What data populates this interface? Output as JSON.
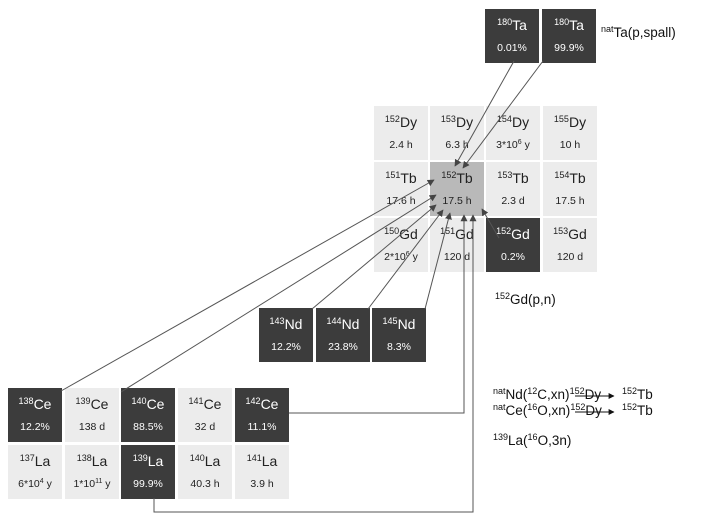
{
  "nuclides": [
    {
      "id": "ta180a",
      "mass": "180",
      "el": "Ta",
      "v1": "0.01%",
      "kind": "stable"
    },
    {
      "id": "ta180b",
      "mass": "180",
      "el": "Ta",
      "v1": "99.9%",
      "kind": "stable"
    },
    {
      "id": "dy152",
      "mass": "152",
      "el": "Dy",
      "v1": "2.4 h",
      "kind": "radio"
    },
    {
      "id": "dy153",
      "mass": "153",
      "el": "Dy",
      "v1": "6.3 h",
      "kind": "radio"
    },
    {
      "id": "dy154",
      "mass": "154",
      "el": "Dy",
      "v1": "3*10",
      "sup": "6",
      "v2": " y",
      "kind": "radio"
    },
    {
      "id": "dy155",
      "mass": "155",
      "el": "Dy",
      "v1": "10 h",
      "kind": "radio"
    },
    {
      "id": "tb151",
      "mass": "151",
      "el": "Tb",
      "v1": "17.6  h",
      "kind": "radio"
    },
    {
      "id": "tb152",
      "mass": "152",
      "el": "Tb",
      "v1": "17.5  h",
      "kind": "target"
    },
    {
      "id": "tb153",
      "mass": "153",
      "el": "Tb",
      "v1": "2.3  d",
      "kind": "radio"
    },
    {
      "id": "tb154",
      "mass": "154",
      "el": "Tb",
      "v1": "17.5 h",
      "kind": "radio"
    },
    {
      "id": "gd150",
      "mass": "150",
      "el": "Gd",
      "v1": "2*10",
      "sup": "6",
      "v2": " y",
      "kind": "radio"
    },
    {
      "id": "gd151",
      "mass": "151",
      "el": "Gd",
      "v1": "120 d",
      "kind": "radio"
    },
    {
      "id": "gd152",
      "mass": "152",
      "el": "Gd",
      "v1": "0.2%",
      "kind": "stable"
    },
    {
      "id": "gd153",
      "mass": "153",
      "el": "Gd",
      "v1": "120 d",
      "kind": "radio"
    },
    {
      "id": "nd143",
      "mass": "143",
      "el": "Nd",
      "v1": "12.2%",
      "kind": "stable"
    },
    {
      "id": "nd144",
      "mass": "144",
      "el": "Nd",
      "v1": "23.8%",
      "kind": "stable"
    },
    {
      "id": "nd145",
      "mass": "145",
      "el": "Nd",
      "v1": "8.3%",
      "kind": "stable"
    },
    {
      "id": "ce138",
      "mass": "138",
      "el": "Ce",
      "v1": "12.2%",
      "kind": "stable"
    },
    {
      "id": "ce139",
      "mass": "139",
      "el": "Ce",
      "v1": "138 d",
      "kind": "radio"
    },
    {
      "id": "ce140",
      "mass": "140",
      "el": "Ce",
      "v1": "88.5%",
      "kind": "stable"
    },
    {
      "id": "ce141",
      "mass": "141",
      "el": "Ce",
      "v1": "32 d",
      "kind": "radio"
    },
    {
      "id": "ce142",
      "mass": "142",
      "el": "Ce",
      "v1": "11.1%",
      "kind": "stable"
    },
    {
      "id": "la137",
      "mass": "137",
      "el": "La",
      "v1": "6*10",
      "sup": "4",
      "v2": " y",
      "kind": "radio"
    },
    {
      "id": "la138",
      "mass": "138",
      "el": "La",
      "v1": "1*10",
      "sup": "11",
      "v2": " y",
      "kind": "radio"
    },
    {
      "id": "la139",
      "mass": "139",
      "el": "La",
      "v1": "99.9%",
      "kind": "stable"
    },
    {
      "id": "la140",
      "mass": "140",
      "el": "La",
      "v1": "40.3 h",
      "kind": "radio"
    },
    {
      "id": "la141",
      "mass": "141",
      "el": "La",
      "v1": "3.9 h",
      "kind": "radio"
    }
  ],
  "labels": {
    "ta_spall": {
      "sup": "nat",
      "text": "Ta(p,spall)"
    },
    "gd_pn": {
      "sup": "152",
      "text": "Gd(p,n)"
    },
    "nd_c": {
      "p1sup": "nat",
      "p1": "Nd(",
      "p2sup": "12",
      "p2": "C,xn)",
      "p3sup": "152",
      "p3": "Dy",
      "p4sup": "152",
      "p4": "Tb"
    },
    "ce_o": {
      "p1sup": "nat",
      "p1": "Ce(",
      "p2sup": "16",
      "p2": "O,xn)",
      "p3sup": "152",
      "p3": "Dy",
      "p4sup": "152",
      "p4": "Tb"
    },
    "la_o": {
      "p1sup": "139",
      "p1": "La(",
      "p2sup": "16",
      "p2": "O,3n)"
    }
  }
}
